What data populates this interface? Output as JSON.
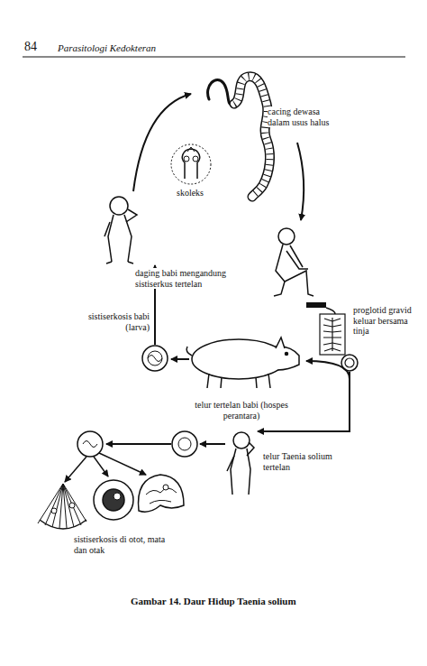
{
  "diagram": {
    "caption": "Gambar 14. Daur Hidup Taenia solium",
    "labels": [
      "84",
      "Parasitologi Kedokteran",
      "cacing dewasa dalam usus halus",
      "skoleks",
      "daging babi mengandung sistiserkus tertelan",
      "proglotid gravid keluar bersama tinja",
      "sistiserkosis babi (larva)",
      "telur tertelan babi (hospes perantara)",
      "telur Taenia solium tertelan",
      "sistiserkosis di otot, mata dan otak"
    ]
  }
}
